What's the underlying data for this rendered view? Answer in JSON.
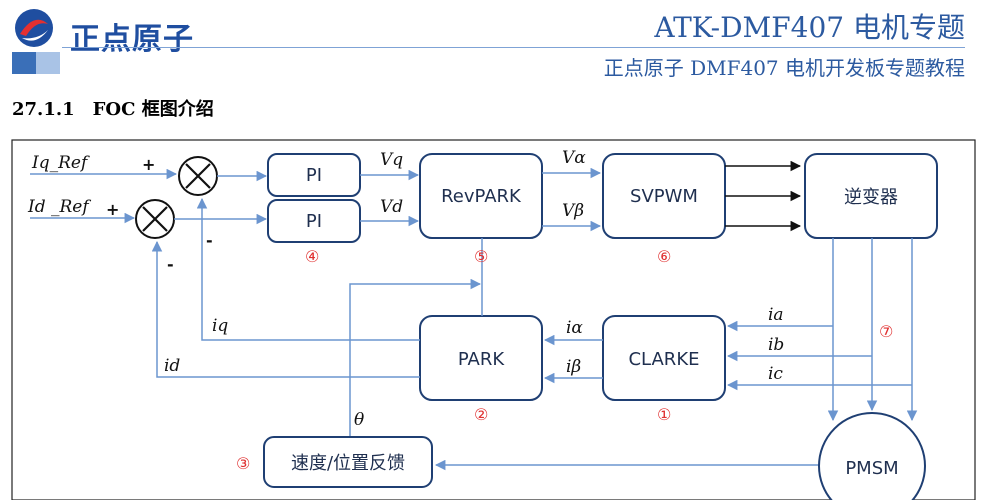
{
  "header": {
    "logo_text": "正点原子",
    "title": "ATK-DMF407 电机专题",
    "subtitle": "正点原子 DMF407 电机开发板专题教程"
  },
  "section": {
    "number": "27.1.1",
    "title": "FOC 框图介绍"
  },
  "diagram": {
    "inputs": {
      "iq_ref": "Iq_Ref",
      "id_ref": "Id _Ref"
    },
    "signs": {
      "plus_top": "+",
      "plus_bottom": "+",
      "minus_top": "-",
      "minus_bottom": "-"
    },
    "blocks": {
      "pi_top": "PI",
      "pi_bottom": "PI",
      "revpark": "RevPARK",
      "svpwm": "SVPWM",
      "inverter": "逆变器",
      "park": "PARK",
      "clarke": "CLARKE",
      "speed_pos": "速度/位置反馈",
      "pmsm": "PMSM"
    },
    "signals": {
      "vq": "Vq",
      "vd": "Vd",
      "valpha": "Vα",
      "vbeta": "Vβ",
      "ialpha": "iα",
      "ibeta": "iβ",
      "ia": "ia",
      "ib": "ib",
      "ic": "ic",
      "iq": "iq",
      "id": "id",
      "theta": "θ"
    },
    "markers": {
      "m1": "①",
      "m2": "②",
      "m3": "③",
      "m4": "④",
      "m5": "⑤",
      "m6": "⑥",
      "m7": "⑦"
    },
    "colors": {
      "box_stroke": "#1f3f73",
      "feedback_line": "#6b95cf",
      "signal_line": "#111111",
      "marker": "#e03030",
      "header": "#2c5aa0"
    }
  }
}
